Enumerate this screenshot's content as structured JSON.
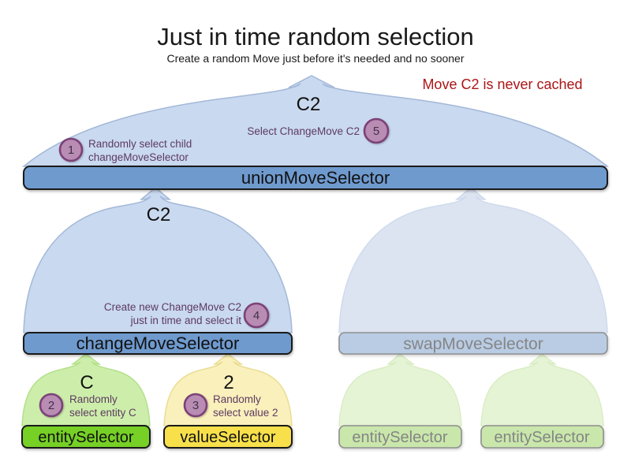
{
  "title": "Just in time random selection",
  "subtitle": "Create a random Move just before it's needed and no sooner",
  "note": "Move C2 is never cached",
  "selectors": {
    "union": "unionMoveSelector",
    "change": "changeMoveSelector",
    "swap": "swapMoveSelector",
    "entity": "entitySelector",
    "value": "valueSelector",
    "entity_faded_left": "entitySelector",
    "entity_faded_right": "entitySelector"
  },
  "flow_labels": {
    "c2_top": "C2",
    "c2_mid": "C2",
    "c_entity": "C",
    "two_value": "2"
  },
  "steps": [
    {
      "num": "1",
      "line1": "Randomly select child",
      "line2": "changeMoveSelector"
    },
    {
      "num": "2",
      "line1": "Randomly",
      "line2": "select entity C"
    },
    {
      "num": "3",
      "line1": "Randomly",
      "line2": "select value 2"
    },
    {
      "num": "4",
      "line1": "Create new ChangeMove C2",
      "line2": "just in time and select it"
    },
    {
      "num": "5",
      "line1": "Select ChangeMove C2",
      "line2": ""
    }
  ],
  "colors": {
    "note_red": "#ab1616",
    "arch_blue": "#c9d9ef",
    "arch_blue_stroke": "#a3b8d8",
    "bar_blue": "#6f9ace",
    "arch_blue_faded": "#dce4f2",
    "arch_blue_faded_stroke": "#cfdaec",
    "bar_blue_faded": "#b9cce4",
    "arch_green": "#cdeeab",
    "arch_green_stroke": "#b4e08b",
    "bar_green": "#76d025",
    "arch_yellow": "#faf0bc",
    "arch_yellow_stroke": "#eadd92",
    "bar_yellow": "#f8e04b",
    "arch_green_faded": "#e6f4d6",
    "arch_green_faded_stroke": "#d9edc4",
    "bar_green_faded": "#c9e7ab",
    "badge_fill": "#b98cb4",
    "badge_stroke": "#7c4278",
    "annotation_purple": "#5d3a61"
  }
}
